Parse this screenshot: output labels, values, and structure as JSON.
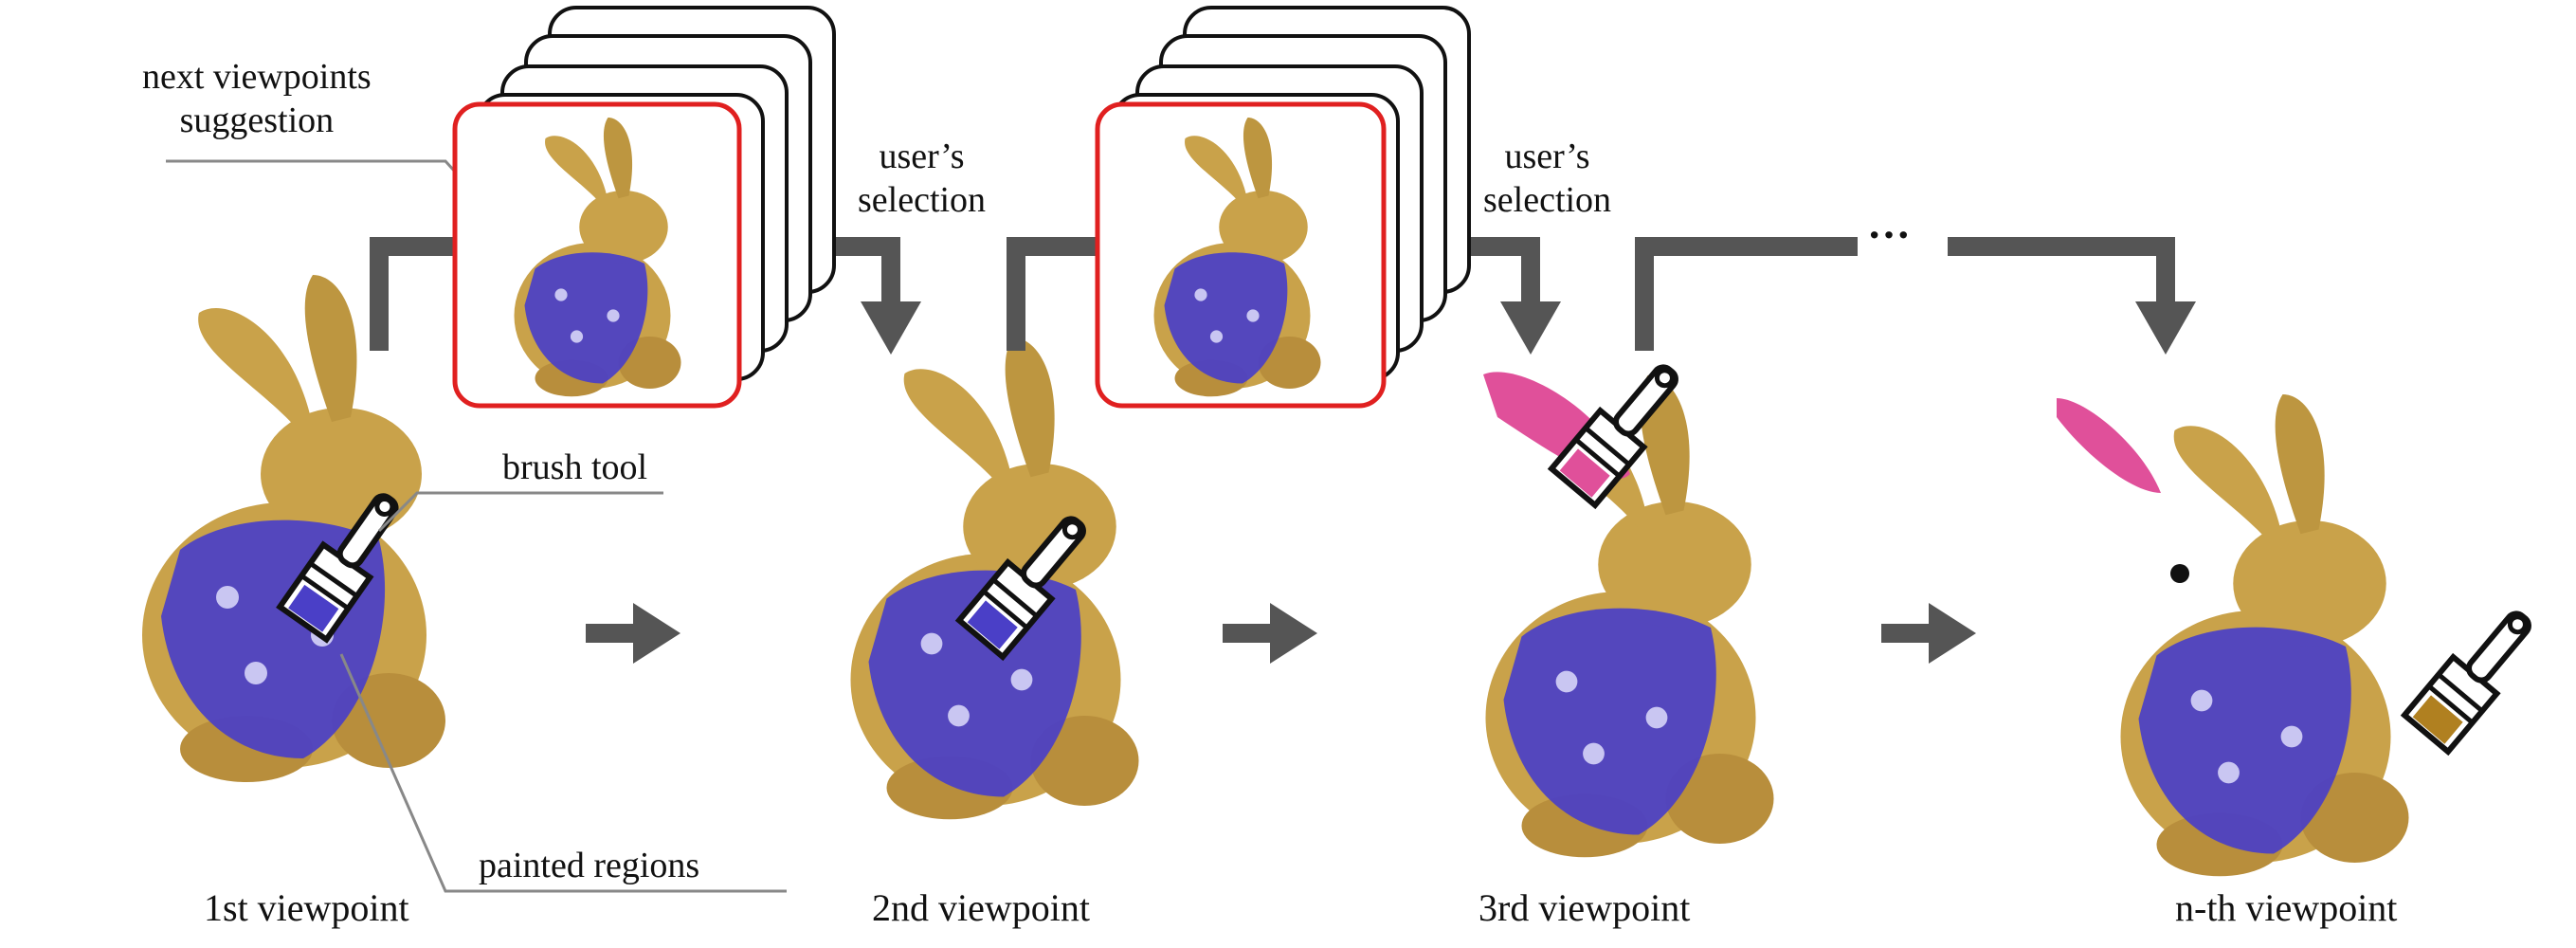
{
  "annotations": {
    "next_viewpoints_line1": "next viewpoints",
    "next_viewpoints_line2": "suggestion",
    "brush_tool": "brush tool",
    "painted_regions": "painted regions",
    "users_selection_1_line1": "user’s",
    "users_selection_1_line2": "selection",
    "users_selection_2_line1": "user’s",
    "users_selection_2_line2": "selection",
    "ellipsis": "···"
  },
  "viewpoints": [
    {
      "label": "1st viewpoint"
    },
    {
      "label": "2nd viewpoint"
    },
    {
      "label": "3rd viewpoint"
    },
    {
      "label": "n-th viewpoint"
    }
  ],
  "colors": {
    "bunny_body": "#C9A24A",
    "bunny_shade": "#A8842F",
    "paint_blue": "#4A3FC7",
    "paint_pink": "#E0509A",
    "paint_brown": "#B08020",
    "arrow_gray": "#555555",
    "suggestion_frame": "#E02020",
    "card_stroke": "#111111"
  },
  "icons": {
    "brush": "paintbrush-icon",
    "arrow": "arrow-right-icon"
  }
}
